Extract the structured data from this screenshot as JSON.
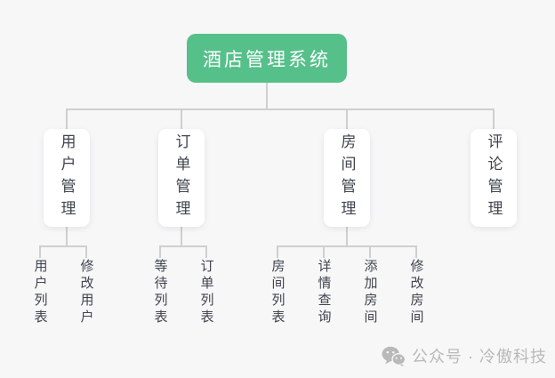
{
  "colors": {
    "accent": "#56c08a",
    "accent_text": "#ffffff",
    "background": "#f7f7f8",
    "node_bg": "#ffffff",
    "node_text": "#3f444e",
    "line": "#cfcfcf",
    "watermark": "#b9b9b9"
  },
  "root": {
    "label": "酒店管理系统"
  },
  "branches": [
    {
      "label": "用户管理",
      "children": [
        {
          "label": "用户列表"
        },
        {
          "label": "修改用户"
        }
      ]
    },
    {
      "label": "订单管理",
      "children": [
        {
          "label": "等待列表"
        },
        {
          "label": "订单列表"
        }
      ]
    },
    {
      "label": "房间管理",
      "children": [
        {
          "label": "房间列表"
        },
        {
          "label": "详情查询"
        },
        {
          "label": "添加房间"
        },
        {
          "label": "修改房间"
        }
      ]
    },
    {
      "label": "评论管理",
      "children": []
    }
  ],
  "watermark": {
    "icon": "wechat-icon",
    "text": "公众号 · 冷傲科技"
  }
}
